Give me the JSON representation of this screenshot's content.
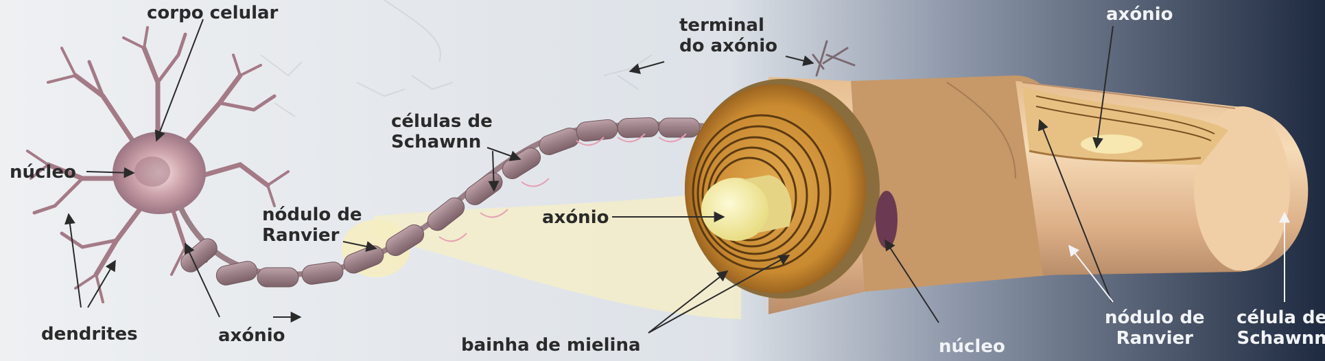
{
  "labels": {
    "corpo_celular": "corpo celular",
    "nucleo_left": "núcleo",
    "dendrites": "dendrites",
    "axonio_left": "axónio",
    "nodulo_ranvier_left_1": "nódulo de",
    "nodulo_ranvier_left_2": "Ranvier",
    "celulas_schwann_1": "células de",
    "celulas_schwann_2": "Schawnn",
    "terminal_1": "terminal",
    "terminal_2": "do axónio",
    "axonio_center": "axónio",
    "bainha_mielina": "bainha de mielina",
    "nucleo_right": "núcleo",
    "axonio_top_right": "axónio",
    "nodulo_ranvier_right_1": "nódulo de",
    "nodulo_ranvier_right_2": "Ranvier",
    "celula_schwann_1": "célula de",
    "celula_schwann_2": "Schawnn"
  },
  "colors": {
    "background_light": "#eef0f2",
    "background_dark": "#1e2a40",
    "neuron": "#b48c96",
    "myelin_segment": "#9a7f86",
    "schwann_cell": "#efcfa6",
    "myelin_ring": "#d39a3c",
    "axon_core": "#f5efaa",
    "label_text": "#2a2a2a",
    "label_text_light": "#f2f4f8"
  }
}
